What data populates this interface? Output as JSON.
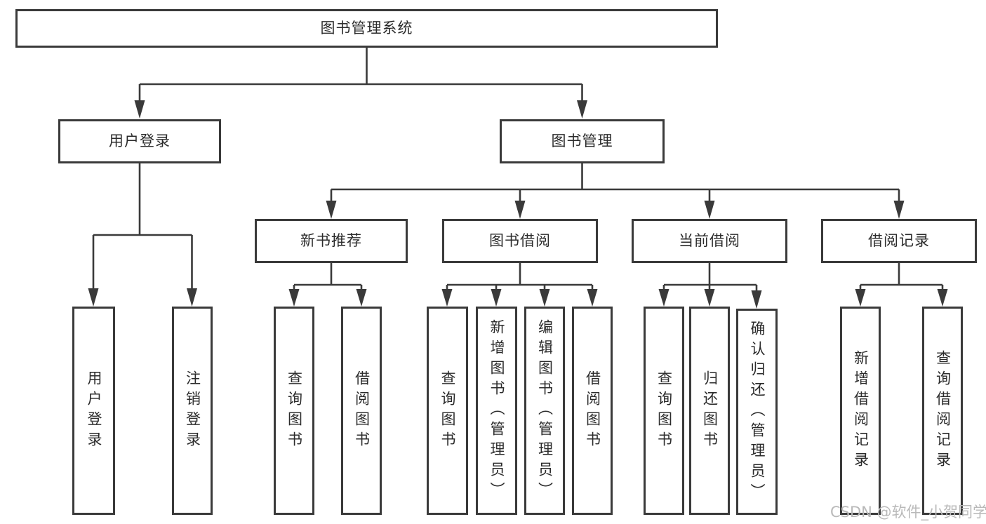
{
  "diagram": {
    "title": "图书管理系统",
    "level2": [
      {
        "label": "用户登录"
      },
      {
        "label": "图书管理"
      }
    ],
    "level3": [
      {
        "label": "新书推荐"
      },
      {
        "label": "图书借阅"
      },
      {
        "label": "当前借阅"
      },
      {
        "label": "借阅记录"
      }
    ],
    "leaves": [
      {
        "label": "用户登录"
      },
      {
        "label": "注销登录"
      },
      {
        "label": "查询图书"
      },
      {
        "label": "借阅图书"
      },
      {
        "label": "查询图书"
      },
      {
        "label": "新增图书（管理员）"
      },
      {
        "label": "编辑图书（管理员）"
      },
      {
        "label": "借阅图书"
      },
      {
        "label": "查询图书"
      },
      {
        "label": "归还图书"
      },
      {
        "label": "确认归还（管理员）"
      },
      {
        "label": "新增借阅记录"
      },
      {
        "label": "查询借阅记录"
      }
    ],
    "watermark": "CSDN @软件_小贺同学",
    "colors": {
      "line": "#3a3a3a",
      "text": "#2b2b2b",
      "watermark": "#b9b9b9",
      "background": "#ffffff"
    }
  }
}
